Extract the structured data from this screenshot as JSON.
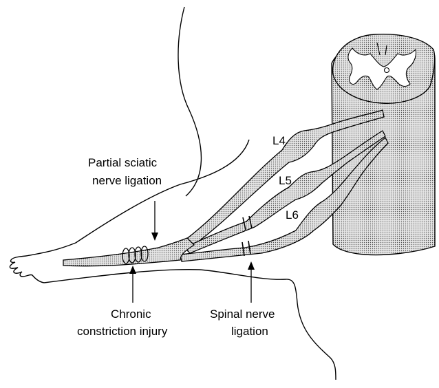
{
  "labels": {
    "l4": "L4",
    "l5": "L5",
    "l6": "L6",
    "partial_sciatic_line1": "Partial sciatic",
    "partial_sciatic_line2": "nerve ligation",
    "chronic_line1": "Chronic",
    "chronic_line2": "constriction injury",
    "spinal_line1": "Spinal nerve",
    "spinal_line2": "ligation"
  },
  "colors": {
    "ink": "#000000",
    "stipple": "#bdbdbd",
    "paper": "#ffffff"
  }
}
